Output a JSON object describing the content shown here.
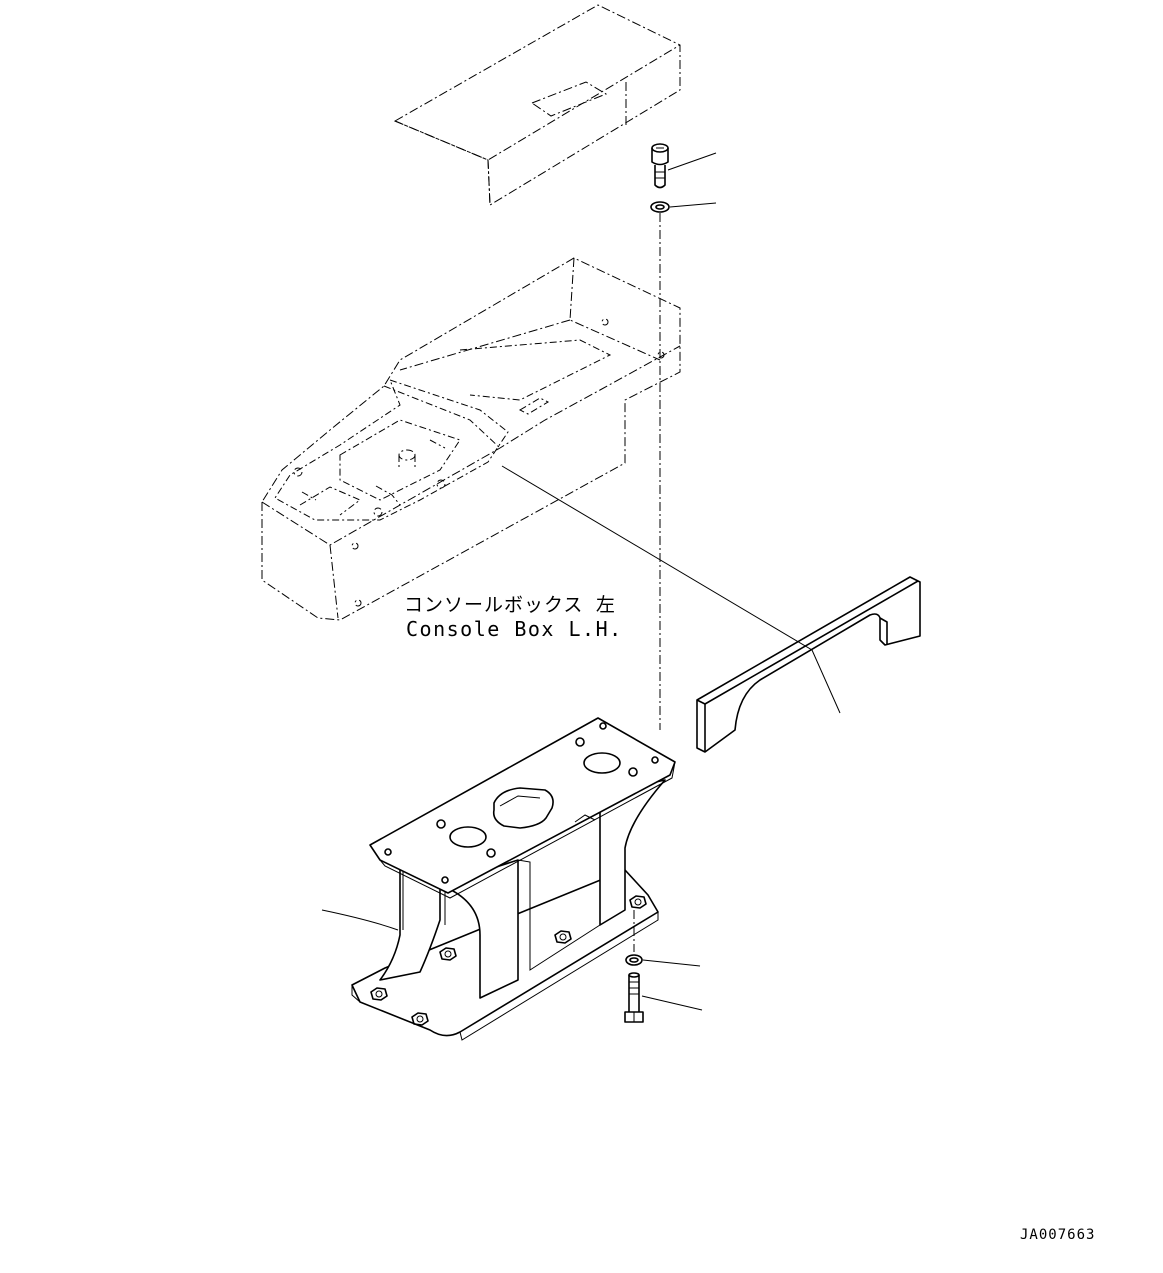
{
  "diagram": {
    "console_label_jp": "コンソールボックス 左",
    "console_label_en": "Console Box L.H.",
    "drawing_number": "JA007663"
  }
}
